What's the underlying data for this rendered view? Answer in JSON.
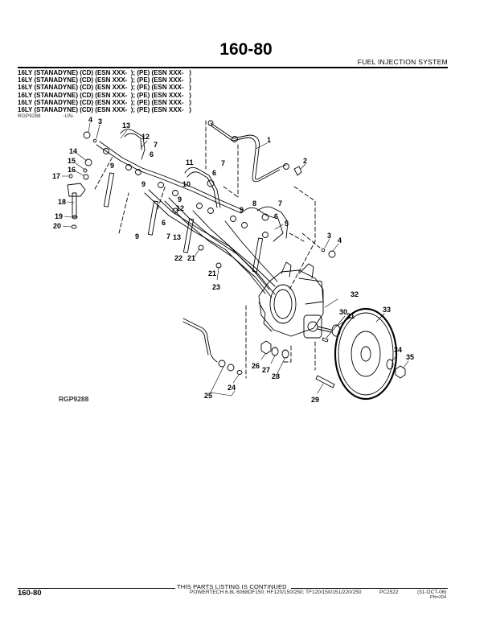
{
  "header": {
    "page_number": "160-80",
    "section_title": "FUEL INJECTION SYSTEM",
    "applicability_lines": [
      "16LY (STANADYNE) (CD) (ESN XXX-  ); (PE) (ESN XXX-   )",
      "16LY (STANADYNE) (CD) (ESN XXX-  ); (PE) (ESN XXX-   )",
      "16LY (STANADYNE) (CD) (ESN XXX-  ); (PE) (ESN XXX-   )",
      "16LY (STANADYNE) (CD) (ESN XXX-  ); (PE) (ESN XXX-   )",
      "16LY (STANADYNE) (CD) (ESN XXX-  ); (PE) (ESN XXX-   )",
      "16LY (STANADYNE) (CD) (ESN XXX-  ); (PE) (ESN XXX-   )"
    ],
    "figure_ref": "RGP9288",
    "figure_ref_suffix": "-UN-"
  },
  "diagram": {
    "figure_id": "RGP9288",
    "callouts": [
      {
        "label": "1"
      },
      {
        "label": "2"
      },
      {
        "label": "3"
      },
      {
        "label": "4"
      },
      {
        "label": "3"
      },
      {
        "label": "4"
      },
      {
        "label": "5"
      },
      {
        "label": "6"
      },
      {
        "label": "7"
      },
      {
        "label": "6"
      },
      {
        "label": "7"
      },
      {
        "label": "6"
      },
      {
        "label": "7"
      },
      {
        "label": "6"
      },
      {
        "label": "7"
      },
      {
        "label": "8"
      },
      {
        "label": "9"
      },
      {
        "label": "9"
      },
      {
        "label": "9"
      },
      {
        "label": "9"
      },
      {
        "label": "9"
      },
      {
        "label": "10"
      },
      {
        "label": "11"
      },
      {
        "label": "12"
      },
      {
        "label": "12"
      },
      {
        "label": "12"
      },
      {
        "label": "13"
      },
      {
        "label": "13"
      },
      {
        "label": "13"
      },
      {
        "label": "14"
      },
      {
        "label": "15"
      },
      {
        "label": "16"
      },
      {
        "label": "17"
      },
      {
        "label": "18"
      },
      {
        "label": "19"
      },
      {
        "label": "20"
      },
      {
        "label": "21"
      },
      {
        "label": "21"
      },
      {
        "label": "22"
      },
      {
        "label": "23"
      },
      {
        "label": "24"
      },
      {
        "label": "25"
      },
      {
        "label": "26"
      },
      {
        "label": "27"
      },
      {
        "label": "28"
      },
      {
        "label": "29"
      },
      {
        "label": "30"
      },
      {
        "label": "31"
      },
      {
        "label": "32"
      },
      {
        "label": "33"
      },
      {
        "label": "34"
      },
      {
        "label": "35"
      }
    ]
  },
  "footer": {
    "continued_text": "THIS PARTS LISTING IS CONTINUED",
    "page_number": "160-80",
    "model_line": "POWERTECH 6.8L 6068DF150; HF120/150/250; TF120/150/151/220/250",
    "catalog": "PC2522",
    "date": "(31-OCT-06)",
    "pn": "PN=204"
  }
}
